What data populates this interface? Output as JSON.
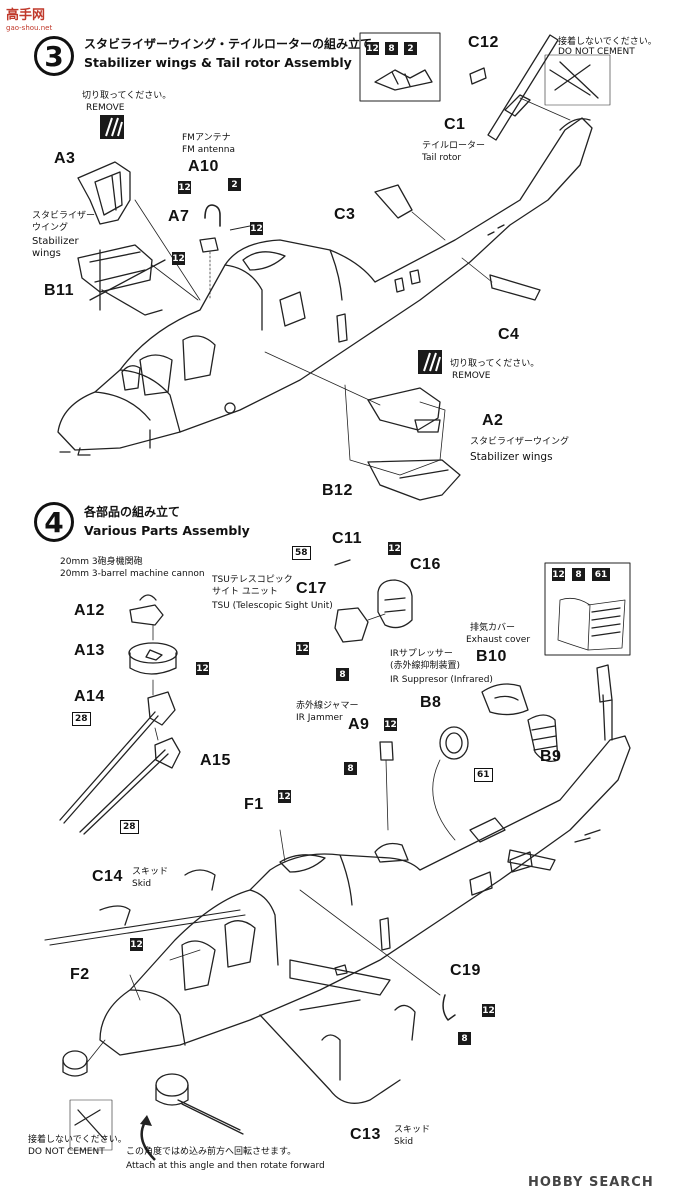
{
  "watermark": {
    "top_left": "高手网",
    "sub": "gao-shou.net",
    "bottom_right": "HOBBY SEARCH"
  },
  "step3": {
    "number": "3",
    "title_jp": "スタビライザーウイング・テイルローターの組み立て",
    "title_en": "Stabilizer wings & Tail rotor Assembly",
    "remove_jp": "切り取ってください。",
    "remove_en": "REMOVE",
    "fm_jp": "FMアンテナ",
    "fm_en": "FM antenna",
    "stab_jp": "スタビライザー\nウイング",
    "stab_en": "Stabilizer\nwings",
    "tail_jp": "テイルローター",
    "tail_en": "Tail rotor",
    "no_cement_jp": "接着しないでください。",
    "no_cement_en": "DO NOT CEMENT",
    "remove2_jp": "切り取ってください。",
    "remove2_en": "REMOVE",
    "stab2_jp": "スタビライザーウイング",
    "stab2_en": "Stabilizer wings",
    "parts": {
      "A3": "A3",
      "A10": "A10",
      "A7": "A7",
      "B11": "B11",
      "C12": "C12",
      "C1": "C1",
      "C3": "C3",
      "C4": "C4",
      "A2": "A2",
      "B12": "B12"
    },
    "colors": {
      "12": "12",
      "8": "8",
      "2": "2"
    }
  },
  "step4": {
    "number": "4",
    "title_jp": "各部品の組み立て",
    "title_en": "Various Parts Assembly",
    "cannon_jp": "20mm 3砲身機関砲",
    "cannon_en": "20mm 3-barrel machine cannon",
    "tsu_jp": "TSUテレスコピック\nサイト ユニット",
    "tsu_en": "TSU (Telescopic Sight Unit)",
    "exhaust_jp": "排気カバー",
    "exhaust_en": "Exhaust cover",
    "ir_jp": "IRサプレッサー\n(赤外線抑制装置)",
    "ir_en": "IR Suppresor (Infrared)",
    "jammer_jp": "赤外線ジャマー",
    "jammer_en": "IR Jammer",
    "skid_jp": "スキッド",
    "skid_en": "Skid",
    "no_cement_jp": "接着しないでください。",
    "no_cement_en": "DO NOT CEMENT",
    "angle_jp": "この角度ではめ込み前方へ回転させます。",
    "angle_en": "Attach at this angle and then rotate forward",
    "parts": {
      "A12": "A12",
      "A13": "A13",
      "A14": "A14",
      "A15": "A15",
      "C11": "C11",
      "C16": "C16",
      "C17": "C17",
      "A9": "A9",
      "B8": "B8",
      "B10": "B10",
      "B9": "B9",
      "F1": "F1",
      "F2": "F2",
      "C14": "C14",
      "C19": "C19",
      "C13": "C13"
    },
    "colors": {
      "12": "12",
      "8": "8",
      "61": "61",
      "28": "28",
      "58": "58"
    }
  }
}
